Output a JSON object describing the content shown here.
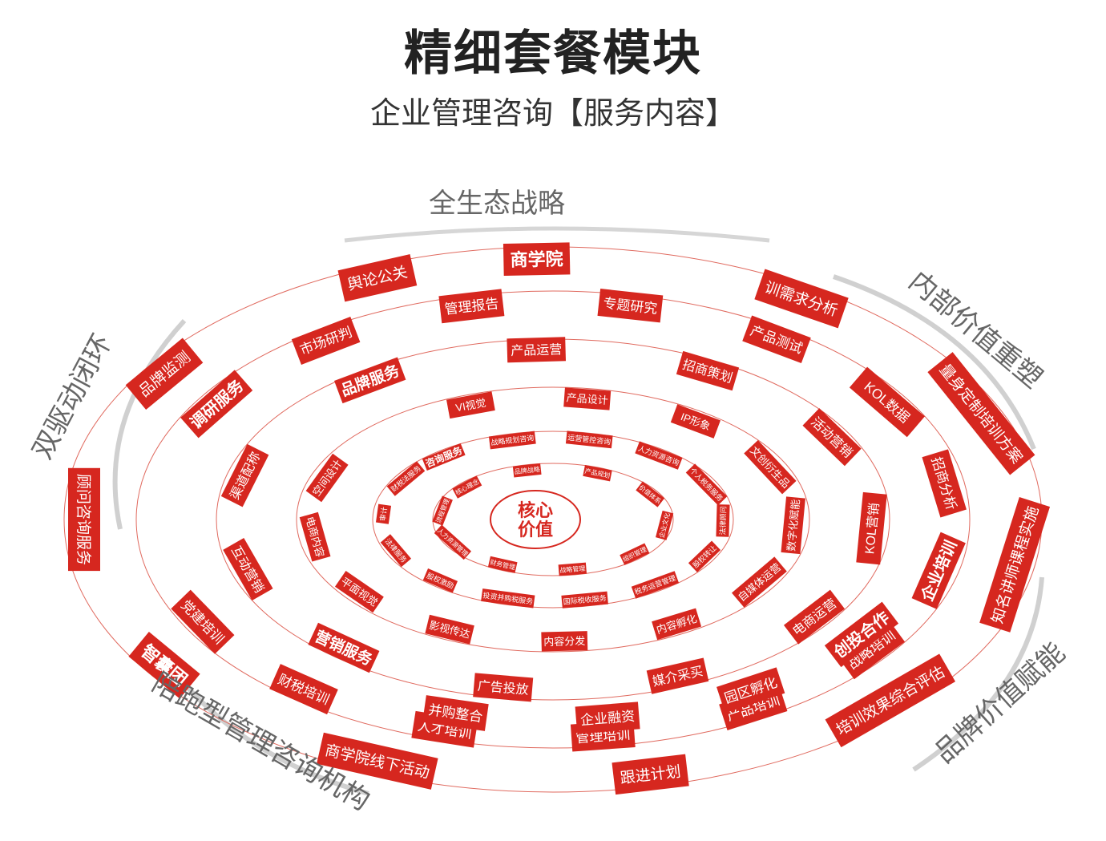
{
  "header": {
    "title": "精细套餐模块",
    "subtitle": "企业管理咨询【服务内容】"
  },
  "colors": {
    "accent": "#d6271f",
    "ring": "#e06a5f",
    "gray_arc": "#cfcfcf",
    "text_gray": "#666666"
  },
  "outer_labels": {
    "top": "全生态战略",
    "left": "双驱动闭环",
    "right_top": "内部价值重塑",
    "right_bottom": "品牌价值赋能",
    "bottom_left": "陪跑型管理咨询机构"
  },
  "center": {
    "line1": "核心",
    "line2": "价值"
  },
  "ring1": [
    "商学院",
    "训需求分析",
    "量身定制培训方案",
    "知名讲师课程实施",
    "培训效果综合评估",
    "跟进计划",
    "商学院线下活动",
    "智囊团",
    "顾问咨询服务",
    "品牌监测",
    "舆论公关"
  ],
  "ring2": [
    "调研服务",
    "市场研判",
    "管理报告",
    "专题研究",
    "产品测试",
    "KOL数据",
    "招商分析",
    "企业培训",
    "战略培训",
    "产品培训",
    "管理培训",
    "人才培训",
    "财税培训",
    "党建培训"
  ],
  "ring2b": [
    "创投合作",
    "园区孵化",
    "企业融资",
    "并购整合"
  ],
  "ring3": [
    "品牌服务",
    "产品运营",
    "招商策划",
    "活动营销",
    "KOL营销",
    "电商运营",
    "媒介采买",
    "广告投放",
    "营销服务",
    "互动营销",
    "渠道配称"
  ],
  "ring4": [
    "VI视觉",
    "产品设计",
    "IP形象",
    "文创衍生品",
    "数字化赋能",
    "自媒体运营",
    "内容孵化",
    "内容分发",
    "影视传达",
    "平面视觉",
    "电商内容",
    "空间设计"
  ],
  "ring5": [
    "咨询服务",
    "战略规划咨询",
    "运营管控咨询",
    "人力资源咨询",
    "个人税务服务",
    "法律顾问",
    "股权转让",
    "税务运营管理",
    "国际税收服务",
    "投资并购税服务",
    "股权激励",
    "法律服务",
    "审计",
    "财税法服务"
  ],
  "ring6": [
    "核心理念",
    "品牌战略",
    "产品规划",
    "价值体系",
    "企业文化",
    "组织管理",
    "战略管理",
    "财务管理",
    "人力资源管理",
    "流程管理"
  ]
}
